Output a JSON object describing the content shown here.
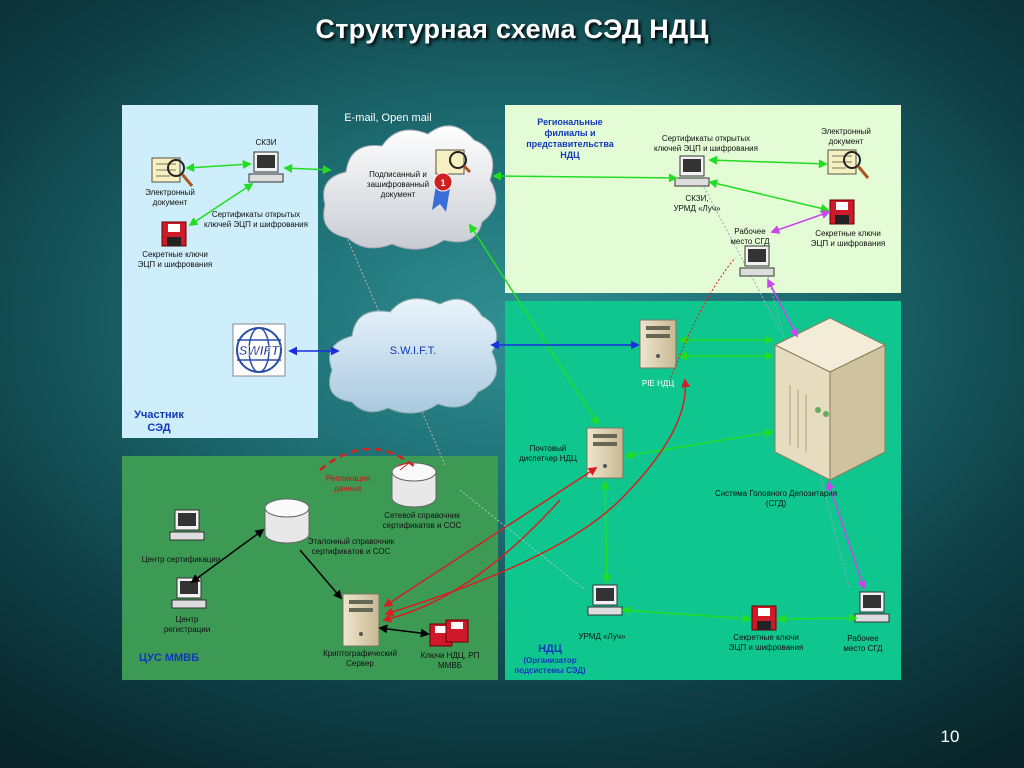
{
  "title": "Структурная схема СЭД НДЦ",
  "page_number": "10",
  "participant": {
    "header": "Участник\nСЭД",
    "ed_label": "Электронный\nдокумент",
    "skzi_label": "СКЗИ",
    "certs_label": "Сертификаты открытых\nключей ЭЦП и шифрования",
    "secret_keys_label": "Секретные ключи\nЭЦП и шифрования",
    "swift_logo_text": "SWIFT"
  },
  "email_cloud": {
    "caption": "E-mail, Open mail",
    "inner": "Подписанный и\nзашифрованный\nдокумент",
    "seal_number": "1"
  },
  "swift_cloud": {
    "caption": "S.W.I.F.T."
  },
  "regional": {
    "header": "Региональные\nфилиалы и\nпредставительства\nНДЦ",
    "certs_label": "Сертификаты открытых\nключей ЭЦП и шифрования",
    "ed_label": "Электронный\nдокумент",
    "skzi_label": "СКЗИ,\nУРМД «Луч»",
    "secret_keys_label": "Секретные ключи\nЭЦП и шифрования",
    "workstation_label": "Рабочее\nместо СГД"
  },
  "ndc": {
    "pie_label": "PIE НДЦ",
    "mail_dispatcher_label": "Почтовый\nдиспетчер НДЦ",
    "depository_label": "Система Головного Депозитария\n(СГД)",
    "urmd_label": "УРМД «Луч»",
    "secret_keys_label": "Секретные ключи\nЭЦП и шифрования",
    "workstation_label": "Рабочее\nместо СГД",
    "header": "НДЦ",
    "subheader": "(Организатор\nподсистемы СЭД)"
  },
  "cus": {
    "replication_label": "Репликация\nданных",
    "network_ref_label": "Сетевой справочник\nсертификатов и СОС",
    "master_ref_label": "Эталонный справочник\nсертификатов и СОС",
    "cert_center_label": "Центр сертификации",
    "reg_center_label": "Центр\nрегистрации",
    "crypto_server_label": "Криптографический\nСервер",
    "keys_label": "Ключи НДЦ, РП\nММВБ",
    "header": "ЦУС ММВБ"
  },
  "colors": {
    "arrow_green": "#22dd22",
    "arrow_blue": "#1a2fe0",
    "arrow_magenta": "#cc44ee",
    "arrow_red": "#d42020",
    "header_blue": "#1238b8"
  }
}
